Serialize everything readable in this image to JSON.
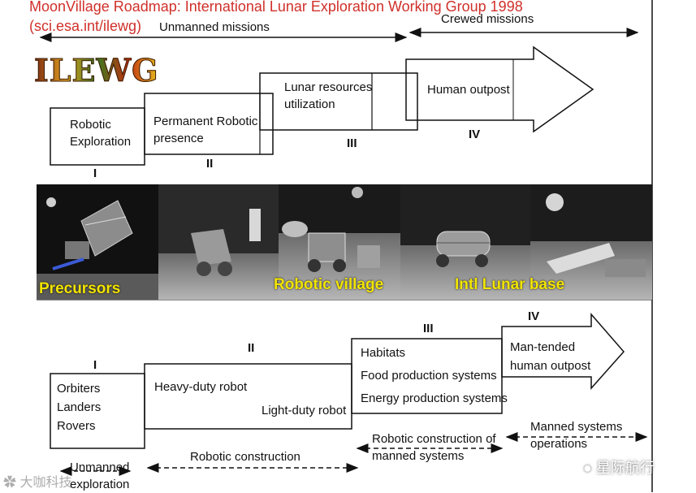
{
  "header": {
    "title_line1": "MoonVillage Roadmap: International Lunar Exploration Working Group 1998",
    "title_line2": "(sci.esa.int/ilewg)"
  },
  "logo": {
    "text": "ILEWG"
  },
  "top": {
    "unmanned_label": "Unmanned missions",
    "crewed_label": "Crewed missions",
    "stages": [
      {
        "numeral": "I",
        "lines": [
          "Robotic",
          "Exploration"
        ]
      },
      {
        "numeral": "II",
        "lines": [
          "Permanent Robotic",
          "presence"
        ]
      },
      {
        "numeral": "III",
        "lines": [
          "Lunar resources",
          "utilization"
        ]
      },
      {
        "numeral": "IV",
        "lines": [
          "Human outpost"
        ]
      }
    ]
  },
  "band": {
    "labels": [
      "Precursors",
      "Robotic village",
      "Intl Lunar base"
    ]
  },
  "bottom": {
    "stages": [
      {
        "numeral": "I",
        "lines": [
          "Orbiters",
          "Landers",
          "Rovers"
        ]
      },
      {
        "numeral": "II",
        "lines": [
          "Heavy-duty robot",
          "Light-duty robot"
        ]
      },
      {
        "numeral": "III",
        "lines": [
          "Habitats",
          "Food production systems",
          "Energy production systems"
        ]
      },
      {
        "numeral": "IV",
        "lines": [
          "Man-tended",
          "human outpost"
        ]
      }
    ],
    "phases": {
      "unmanned": [
        "Unmanned",
        "exploration"
      ],
      "robotic_construction": "Robotic construction",
      "robotic_manned": [
        "Robotic construction of",
        "manned systems"
      ],
      "manned_ops": [
        "Manned systems",
        "operations"
      ]
    }
  },
  "watermarks": {
    "left": "大咖科技",
    "right": "星际航行"
  }
}
